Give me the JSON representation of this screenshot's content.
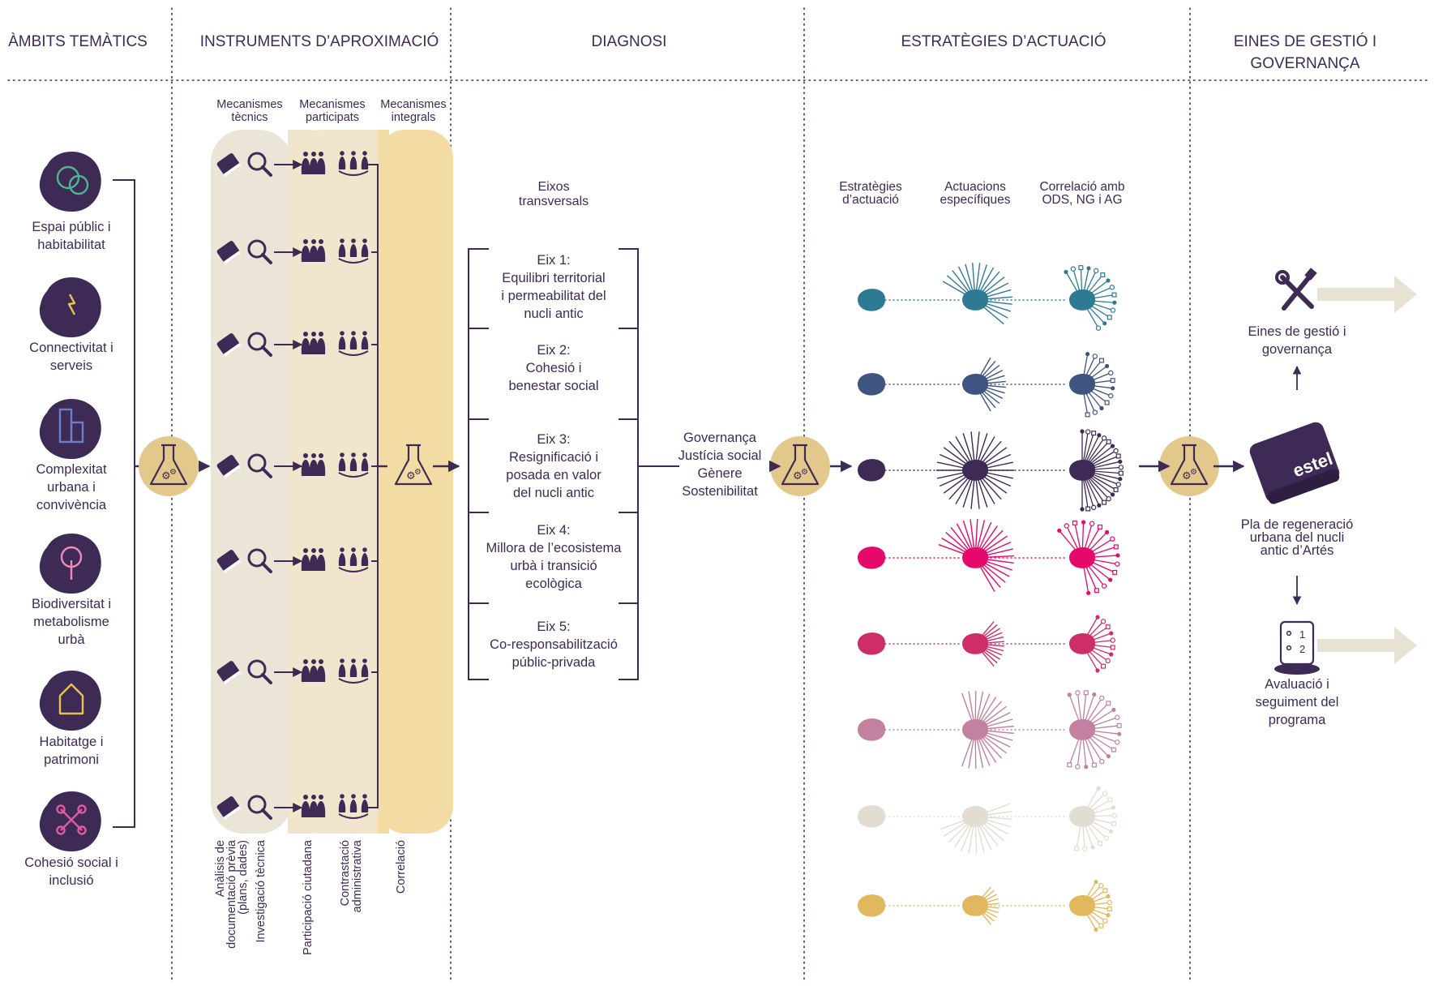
{
  "headers": {
    "ambits": "ÀMBITS TEMÀTICS",
    "instruments": "INSTRUMENTS D’APROXIMACIÓ",
    "diagnosi": "DIAGNOSI",
    "estrategies": "ESTRATÈGIES D’ACTUACIÓ",
    "eines_line1": "EINES DE GESTIÓ I",
    "eines_line2": "GOVERNANÇA"
  },
  "colors": {
    "primary": "#3d2a55",
    "tan_panel": "#ebe5d8",
    "beige_panel": "#f2e5cd",
    "gold_panel": "#f3dca3",
    "flask_circle": "#e2c98b",
    "arrow_light": "#e8e2d4",
    "teal_icon": "#4fb594",
    "yellow_icon": "#e9c44b",
    "blue_icon": "#6c7fc7",
    "pink_icon": "#ee8ab5",
    "magenta_icon": "#e05ba0"
  },
  "ambits": [
    {
      "line1": "Espai públic i",
      "line2": "habitabilitat",
      "line3": "",
      "icon": "two-circles-icon"
    },
    {
      "line1": "Connectivitat i",
      "line2": "serveis",
      "line3": "",
      "icon": "lightning-icon"
    },
    {
      "line1": "Complexitat",
      "line2": "urbana i",
      "line3": "convivència",
      "icon": "buildings-icon"
    },
    {
      "line1": "Biodiversitat i",
      "line2": "metabolisme",
      "line3": "urbà",
      "icon": "tree-icon"
    },
    {
      "line1": "Habitatge i",
      "line2": "patrimoni",
      "line3": "",
      "icon": "house-icon"
    },
    {
      "line1": "Cohesió social i",
      "line2": "inclusió",
      "line3": "",
      "icon": "network-icon"
    }
  ],
  "mechanisms": {
    "tecnics_l1": "Mecanismes",
    "tecnics_l2": "tècnics",
    "participats_l1": "Mecanismes",
    "participats_l2": "participats",
    "integrals_l1": "Mecanismes",
    "integrals_l2": "integrals"
  },
  "vertical_labels": {
    "analisi_l1": "Anàlisis de",
    "analisi_l2": "documentació prèvia",
    "analisi_l3": "(plans, dades)",
    "investigacio": "Investigació tècnica",
    "participacio": "Participació ciutadana",
    "contrastacio_l1": "Contrastació",
    "contrastacio_l2": "administrativa",
    "correlacio": "Correlació"
  },
  "eixos_title_l1": "Eixos",
  "eixos_title_l2": "transversals",
  "eixos": [
    {
      "l1": "Eix 1:",
      "l2": "Equilibri territorial",
      "l3": "i permeabilitat del",
      "l4": "nucli antic"
    },
    {
      "l1": "Eix 2:",
      "l2": "Cohesió i",
      "l3": "benestar social",
      "l4": ""
    },
    {
      "l1": "Eix 3:",
      "l2": "Resignificació i",
      "l3": "posada en valor",
      "l4": "del nucli antic"
    },
    {
      "l1": "Eix 4:",
      "l2": "Millora de l’ecosistema",
      "l3": "urbà i transició",
      "l4": "ecològica"
    },
    {
      "l1": "Eix 5:",
      "l2": "Co-responsabilització",
      "l3": "públic-privada",
      "l4": ""
    }
  ],
  "transversal": {
    "l1": "Governança",
    "l2": "Justícia social",
    "l3": "Gènere",
    "l4": "Sostenibilitat"
  },
  "strategy_headers": {
    "estrategies_l1": "Estratègies",
    "estrategies_l2": "d’actuació",
    "actuacions_l1": "Actuacions",
    "actuacions_l2": "específiques",
    "correlacio_l1": "Correlació amb",
    "correlacio_l2": "ODS, NG i AG"
  },
  "strategy_rows": [
    {
      "color": "#2e7a92"
    },
    {
      "color": "#3f5481"
    },
    {
      "color": "#3d2a55"
    },
    {
      "color": "#e4096a"
    },
    {
      "color": "#cd2e69"
    },
    {
      "color": "#c1819f"
    },
    {
      "color": "#e3dcd0"
    },
    {
      "color": "#e2b85e"
    }
  ],
  "tools": {
    "eines_l1": "Eines de gestió i",
    "eines_l2": "governança",
    "book_text": "estel",
    "pla_l1": "Pla de regeneració",
    "pla_l2": "urbana del nucli",
    "pla_l3": "antic d’Artés",
    "aval_l1": "Avaluació i",
    "aval_l2": "seguiment del",
    "aval_l3": "programa",
    "board_1": "1",
    "board_2": "2"
  }
}
